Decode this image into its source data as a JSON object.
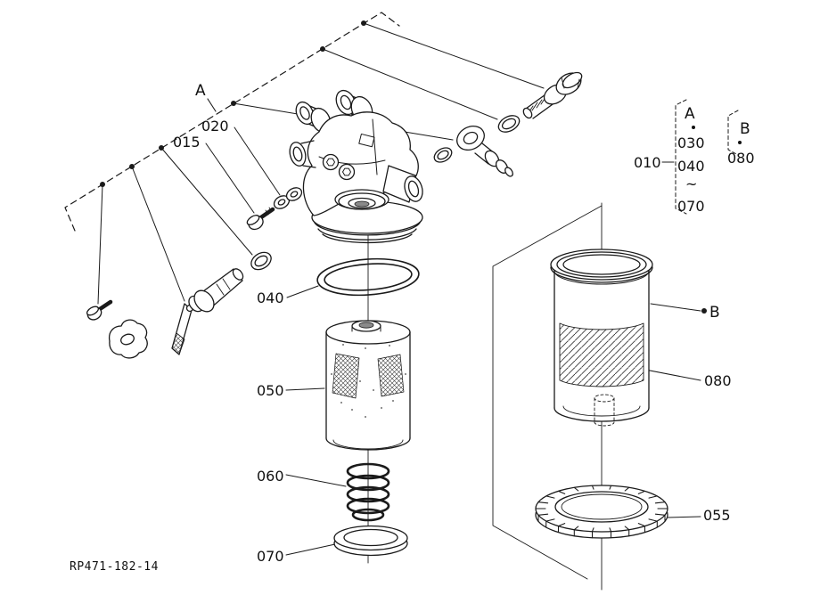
{
  "diagram": {
    "drawing_code": "RP471-182-14",
    "section_a": "A",
    "section_b": "B",
    "callouts": {
      "c015": "015",
      "c020": "020",
      "c040": "040",
      "c050": "050",
      "c055": "055",
      "c060": "060",
      "c070": "070",
      "c080": "080"
    },
    "legend": {
      "a_header": "A",
      "a_items": [
        "030",
        "040",
        "~",
        "070"
      ],
      "a_ref": "010",
      "b_header": "B",
      "b_items": [
        "080"
      ]
    }
  }
}
